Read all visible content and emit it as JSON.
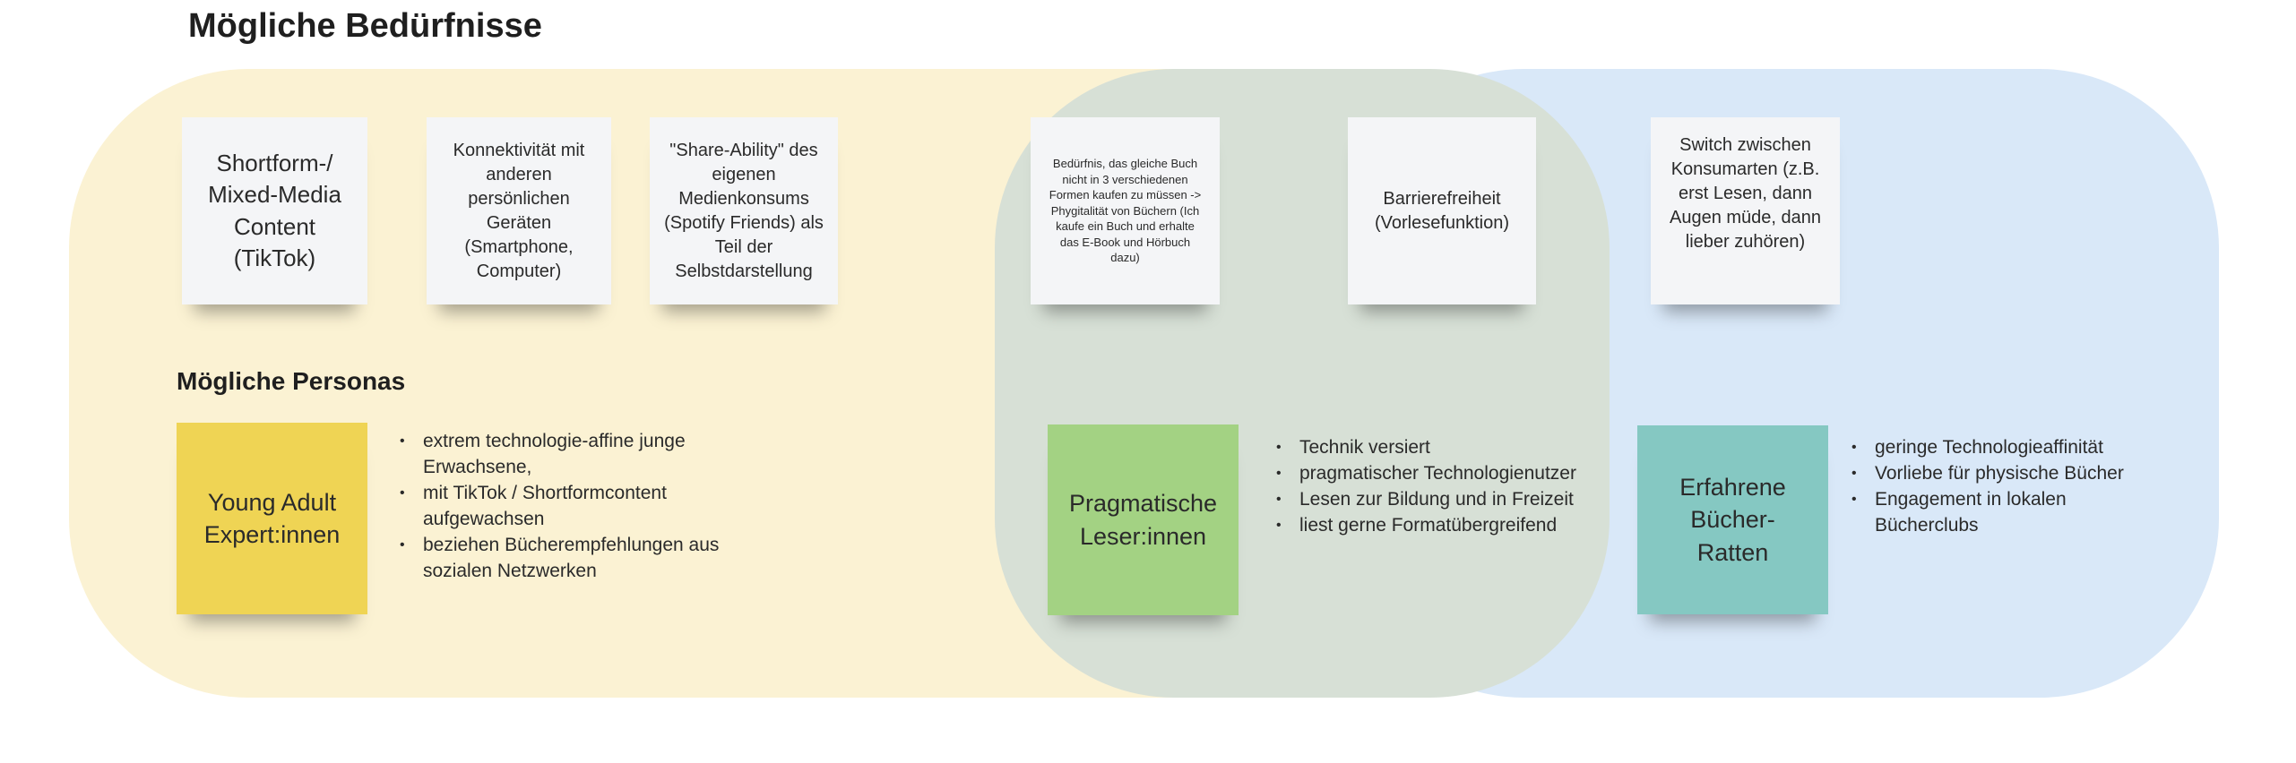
{
  "title": "Mögliche Bedürfnisse",
  "needs": [
    "Shortform-/ Mixed-Media Content (TikTok)",
    "Konnektivität mit anderen persönlichen Geräten (Smartphone, Computer)",
    "\"Share-Ability\" des eigenen Medienkonsums (Spotify Friends) als Teil der Selbstdarstellung",
    "Bedürfnis, das gleiche Buch nicht in 3 verschiedenen Formen kaufen zu müssen -> Phygitalität von Büchern (Ich kaufe ein Buch und erhalte das E-Book und Hörbuch dazu)",
    "Barrierefreiheit (Vorlesefunktion)",
    "Switch zwischen Konsumarten (z.B. erst Lesen, dann Augen müde, dann lieber zuhören)"
  ],
  "personas_heading": "Mögliche Personas",
  "personas": [
    {
      "name": "Young Adult Expert:innen",
      "color": "#efd454",
      "traits": [
        "extrem technologie-affine junge Erwachsene,",
        "mit TikTok / Shortformcontent aufgewachsen",
        "beziehen Bücherempfehlungen aus sozialen Netzwerken"
      ]
    },
    {
      "name": "Pragmatische Leser:innen",
      "color": "#a3d283",
      "traits": [
        "Technik versiert",
        "pragmatischer Technologienutzer",
        "Lesen zur Bildung und in Freizeit",
        "liest gerne Formatübergreifend"
      ]
    },
    {
      "name": "Erfahrene Bücher-Ratten",
      "color": "#85c8c2",
      "traits": [
        "geringe Technologieaffinität",
        "Vorliebe für physische Bücher",
        "Engagement in lokalen Bücherclubs"
      ]
    }
  ],
  "colors": {
    "yellow_zone": "#fbf2d3",
    "green_zone": "#d7e0d6",
    "blue_zone": "#d9e8f8"
  }
}
